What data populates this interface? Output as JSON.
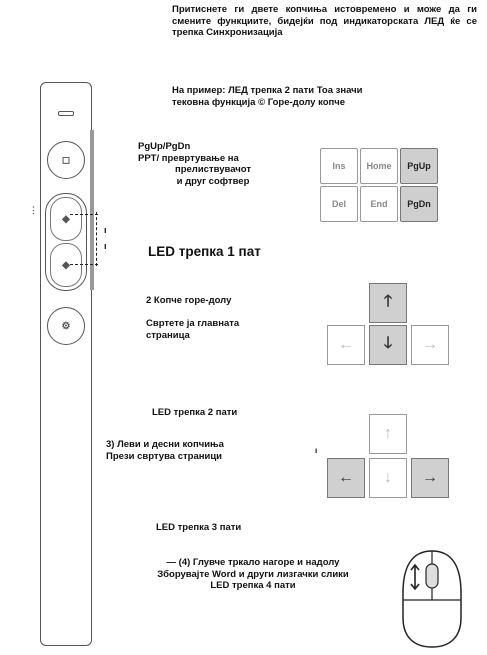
{
  "intro_text": "Притиснете ги двете копчиња истовремено и може да ги смените функциите, бидејќи под индикаторската ЛЕД ќе се трепка Синхронизација",
  "example_line1": "На пример: ЛЕД трепка 2 пати Тоа значи",
  "example_line2": "тековна функција © Горе-долу копче",
  "pg_line1": "PgUp/PgDn",
  "pg_line2": "PPT/ превртување на",
  "pg_line3": "прелиствувачот",
  "pg_line4": "и друг софтвер",
  "led1": "LED трепка 1 пат",
  "mode2_line1": "2 Копче горе-долу",
  "mode2_line2": "Свртете ја главната",
  "mode2_line3": "страница",
  "led2": "LED трепка 2 пати",
  "mode3_line1": "3) Леви и десни копчиња",
  "mode3_line2": "Прези свртува страници",
  "led3": "LED трепка 3 пати",
  "mode4_line1": "— (4) Глувче тркало нагоре и надолу",
  "mode4_line2": "Зборувајте Word и други лизгачки слики",
  "mode4_line3": "LED трепка 4 пати",
  "keys": {
    "ins": "Ins",
    "home": "Home",
    "pgup": "PgUp",
    "del": "Del",
    "end": "End",
    "pgdn": "PgDn"
  },
  "side_label": "ı\nı"
}
